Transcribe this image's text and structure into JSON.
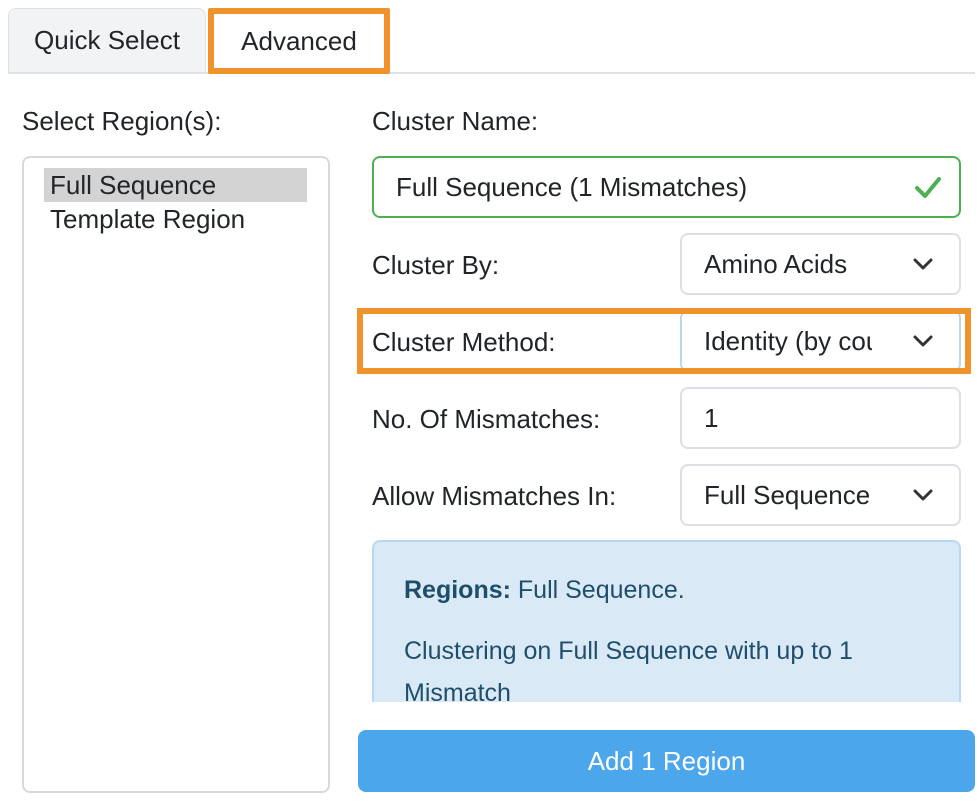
{
  "tabs": [
    {
      "label": "Quick Select",
      "active": false
    },
    {
      "label": "Advanced",
      "active": true
    }
  ],
  "regions": {
    "label": "Select Region(s):",
    "items": [
      {
        "label": "Full Sequence",
        "selected": true
      },
      {
        "label": "Template Region",
        "selected": false
      }
    ]
  },
  "form": {
    "cluster_name_label": "Cluster Name:",
    "cluster_name_value": "Full Sequence (1 Mismatches)",
    "cluster_by_label": "Cluster By:",
    "cluster_by_value": "Amino Acids",
    "cluster_method_label": "Cluster Method:",
    "cluster_method_value": "Identity (by count)",
    "mismatches_label": "No. Of Mismatches:",
    "mismatches_value": "1",
    "allow_mismatches_label": "Allow Mismatches In:",
    "allow_mismatches_value": "Full Sequence"
  },
  "info": {
    "regions_label": "Regions:",
    "regions_value": "Full Sequence.",
    "description": "Clustering on Full Sequence with up to 1 Mismatch"
  },
  "add_button_label": "Add 1 Region",
  "colors": {
    "highlight": "#f0932b",
    "valid": "#4caf50",
    "button": "#4ba6ec",
    "info_bg": "#d9eaf6"
  },
  "icons": [
    "check-icon",
    "chevron-down-icon"
  ]
}
